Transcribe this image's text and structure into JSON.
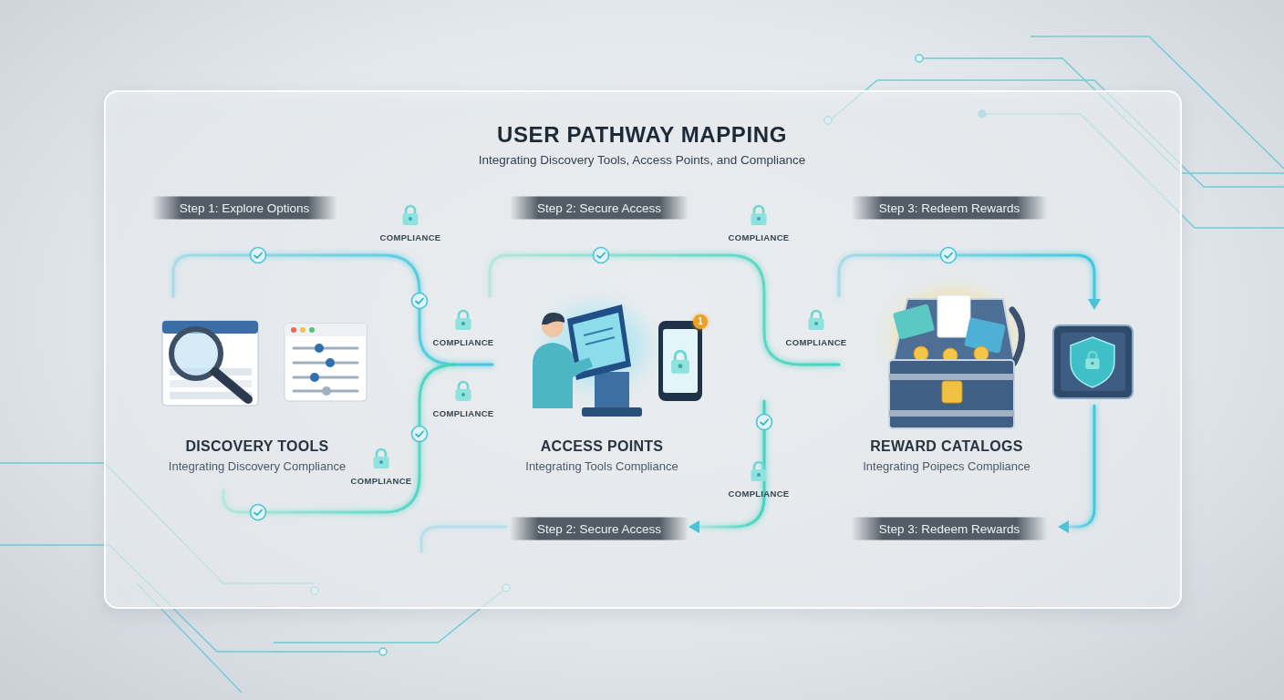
{
  "diagram": {
    "title": "USER PATHWAY MAPPING",
    "caption": "Integrating Discovery Tools, Access Points, and Compliance",
    "nodes": [
      {
        "text": [
          "DISCOVERY TOOLS",
          "Integrating Discovery Compliance"
        ]
      },
      {
        "text": [
          "ACCESS POINTS",
          "Integrating Tools Compliance"
        ]
      },
      {
        "text": [
          "REWARD CATALOGS",
          "Integrating Poipecs Compliance"
        ]
      }
    ],
    "edges": [
      {
        "from": 0,
        "to": 1,
        "arrow": "to"
      },
      {
        "from": 1,
        "to": 2,
        "arrow": "to"
      }
    ],
    "labels": [
      "Step 1: Explore Options",
      "COMPLIANCE",
      "Step 2: Secure Access",
      "COMPLIANCE",
      "Step 3: Redeem Rewards",
      "COMPLIANCE",
      "COMPLIANCE",
      "COMPLIANCE",
      "COMPLIANCE",
      "COMPLIANCE",
      "1",
      "Step 2: Secure Access",
      "Step 3: Redeem Rewards"
    ]
  }
}
